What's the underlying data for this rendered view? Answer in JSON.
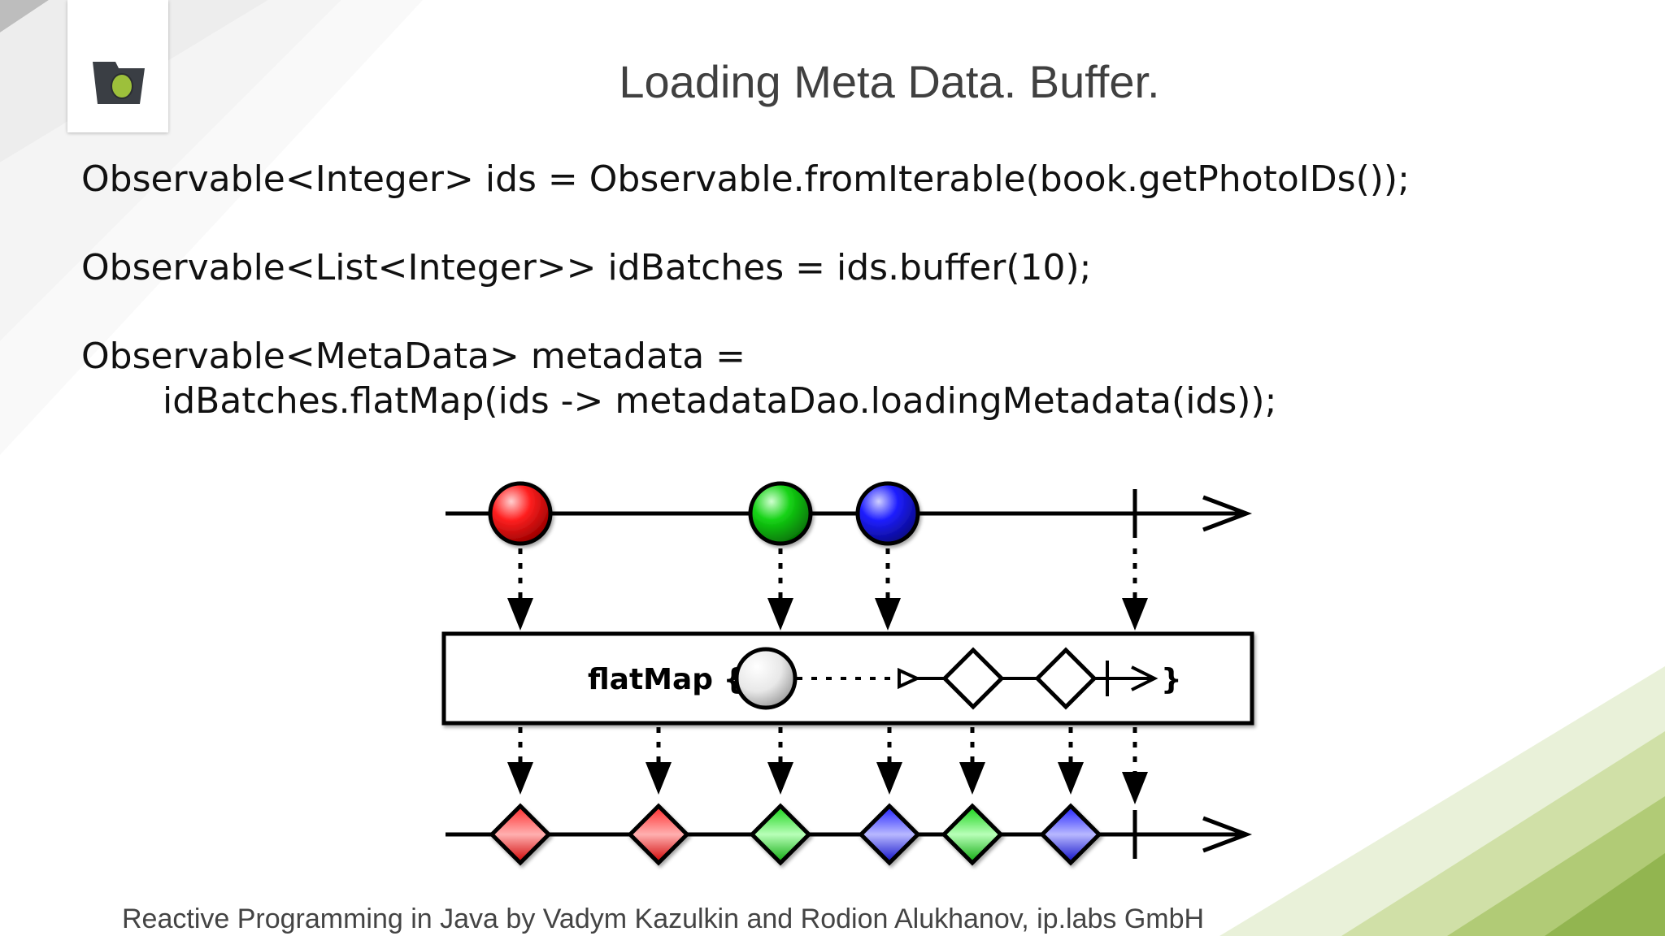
{
  "slide": {
    "title": "Loading Meta Data. Buffer.",
    "footer": "Reactive Programming in Java by Vadym Kazulkin and Rodion Alukhanov, ip.labs GmbH",
    "logo_icon": "camera-bag-icon"
  },
  "code": {
    "line1": "Observable<Integer> ids = Observable.fromIterable(book.getPhotoIDs());",
    "line2": "Observable<List<Integer>> idBatches = ids.buffer(10);",
    "line3": "Observable<MetaData> metadata =",
    "line4": "idBatches.flatMap(ids -> metadataDao.loadingMetadata(ids));"
  },
  "diagram": {
    "operator_label": "flatMap {",
    "closing_brace": "}",
    "colors": {
      "red": "#ff1a1a",
      "green": "#14d214",
      "blue": "#1f1fff"
    }
  }
}
